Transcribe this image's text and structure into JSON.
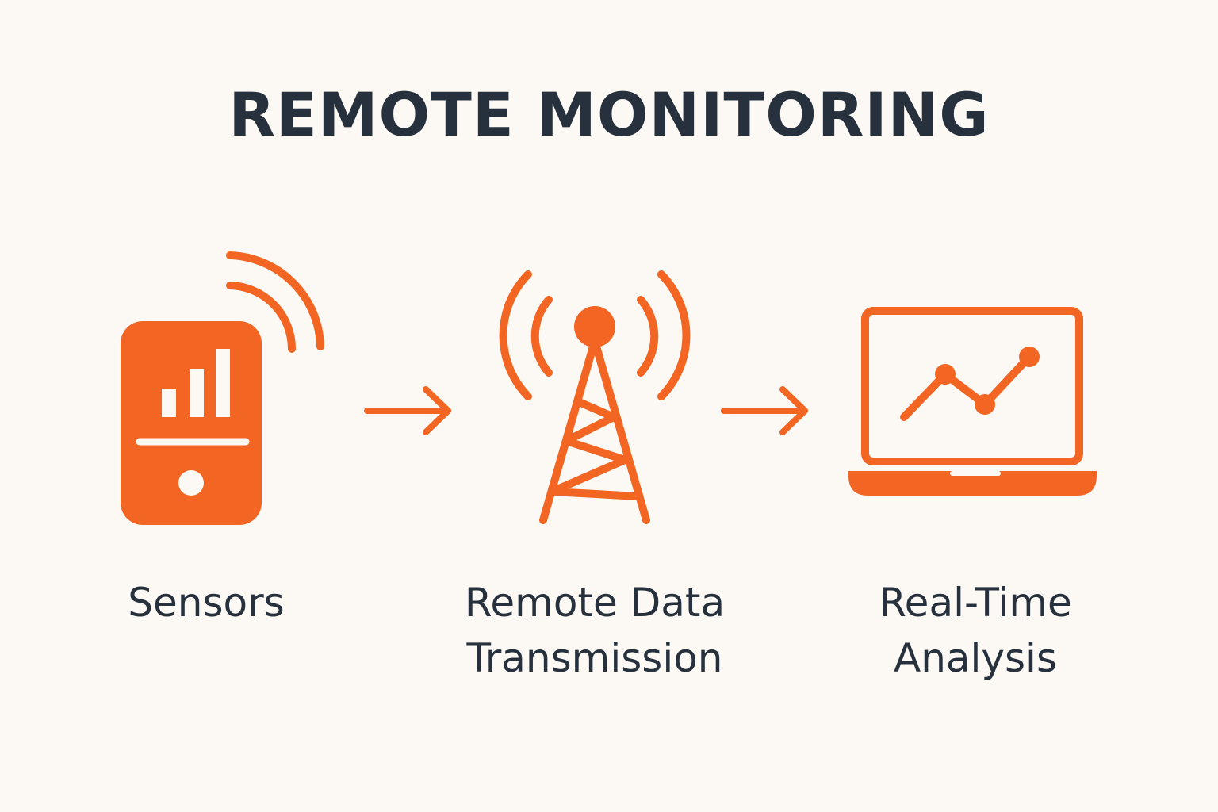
{
  "title": "REMOTE MONITORING",
  "colors": {
    "accent": "#f26522",
    "text": "#26313d",
    "background": "#fcf9f5"
  },
  "steps": [
    {
      "label": "Sensors",
      "icon": "sensor-device-icon"
    },
    {
      "label": "Remote Data\nTransmission",
      "icon": "cell-tower-icon"
    },
    {
      "label": "Real-Time\nAnalysis",
      "icon": "laptop-chart-icon"
    }
  ],
  "connectors": [
    "arrow-right-icon",
    "arrow-right-icon"
  ]
}
